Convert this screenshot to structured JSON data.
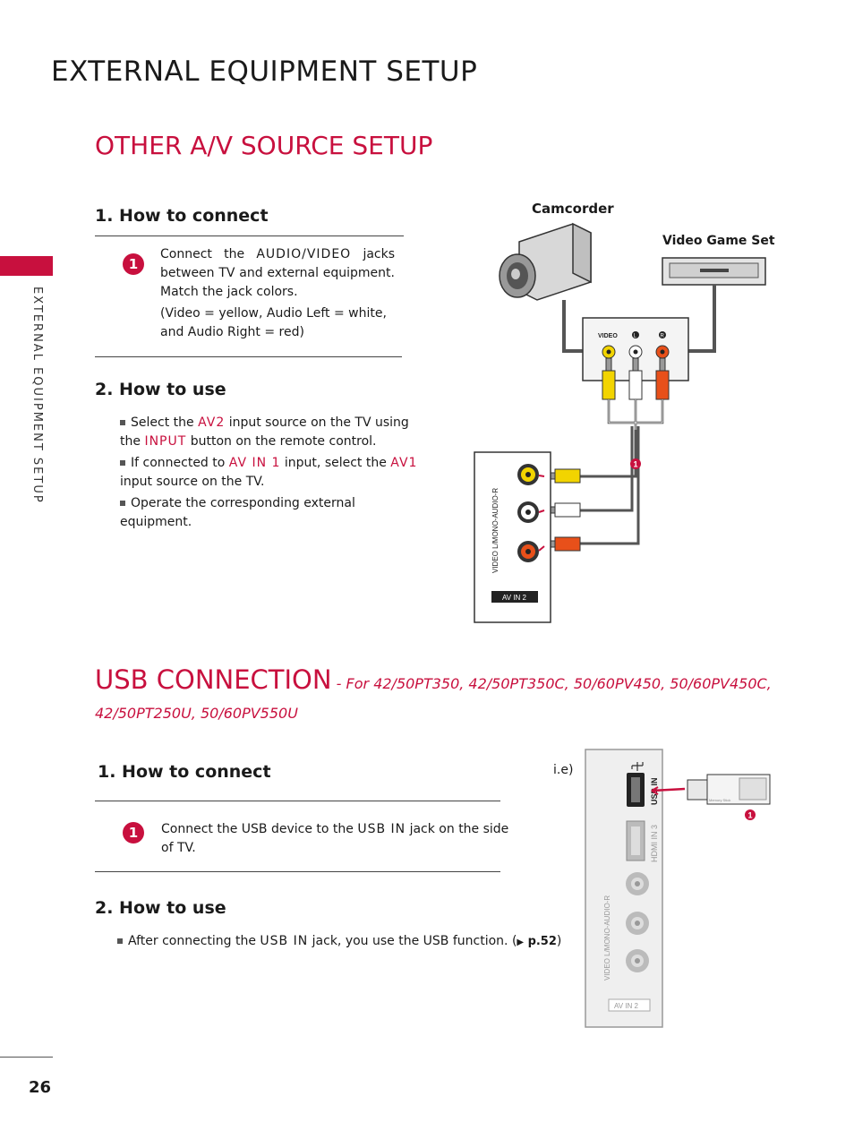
{
  "page_title": "EXTERNAL EQUIPMENT SETUP",
  "side_label": "EXTERNAL EQUIPMENT SETUP",
  "page_number": "26",
  "av_section": {
    "title": "OTHER A/V SOURCE SETUP",
    "connect_heading": "1. How to connect",
    "step_number": "1",
    "connect_text_1": "Connect the",
    "connect_kw": "AUDIO/VIDEO",
    "connect_text_2": "jacks between TV and external equipment. Match the jack colors.",
    "connect_note": "(Video = yellow, Audio Left = white, and Audio Right = red)",
    "use_heading": "2. How to use",
    "bullet1_a": "Select the",
    "bullet1_kw1": "AV2",
    "bullet1_b": "input source on the TV using the",
    "bullet1_kw2": "INPUT",
    "bullet1_c": "button on the remote control.",
    "bullet2_a": "If connected to",
    "bullet2_kw1": "AV IN 1",
    "bullet2_b": "input, select the",
    "bullet2_kw2": "AV1",
    "bullet2_c": "input source on the TV.",
    "bullet3": "Operate the corresponding external equipment.",
    "camcorder_label": "Camcorder",
    "game_label": "Video Game Set",
    "panel_jacks": [
      "VIDEO",
      "L",
      "R"
    ],
    "tv_panel_label": "VIDEO  L/MONO-AUDIO-R",
    "tv_panel_badge": "AV IN 2",
    "callout_num": "1"
  },
  "usb_section": {
    "title": "USB CONNECTION",
    "subtitle_1": "- For 42/50PT350, 42/50PT350C, 50/60PV450, 50/60PV450C,",
    "subtitle_2": "42/50PT250U, 50/60PV550U",
    "connect_heading": "1. How to connect",
    "step_number": "1",
    "connect_text_1": "Connect the USB device to the",
    "connect_kw": "USB IN",
    "connect_text_2": "jack on the side of TV.",
    "use_heading": "2. How to use",
    "bullet_a": "After connecting the",
    "bullet_kw": "USB IN",
    "bullet_b": "jack, you use the USB function. (",
    "bullet_ref": "p.52",
    "bullet_c": ")",
    "ie_label": "i.e)",
    "usb_in_label": "USB IN",
    "hdmi_label": "HDMI IN 3",
    "av_label": "VIDEO  L/MONO-AUDIO-R",
    "av_badge": "AV IN 2",
    "stick_label": "Memory Stick",
    "callout_num": "1"
  },
  "colors": {
    "accent": "#c8103e",
    "video_jack": "#f2d400",
    "audio_left": "#ffffff",
    "audio_right": "#e8501a"
  }
}
